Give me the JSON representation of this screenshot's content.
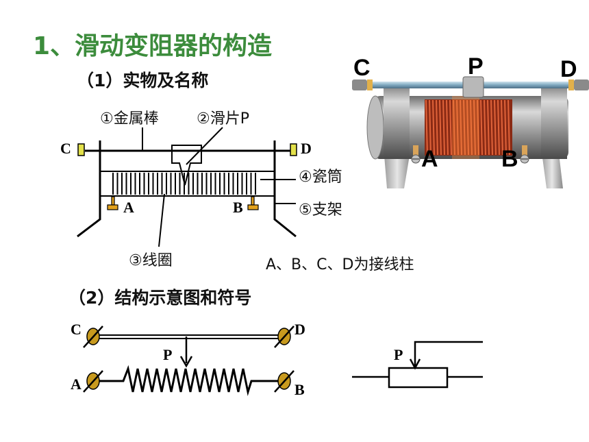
{
  "title": "1、滑动变阻器的构造",
  "section1": "（1）实物及名称",
  "section2": "（2）结构示意图和符号",
  "parts": {
    "rod": "①金属棒",
    "slider": "②滑片P",
    "coil": "③线圈",
    "tube": "④瓷筒",
    "stand": "⑤支架"
  },
  "terminals_note": "A、B、C、D为接线柱",
  "diagram1_labels": {
    "c": "C",
    "d": "D",
    "a": "A",
    "b": "B"
  },
  "photo_labels": {
    "c": "C",
    "p": "P",
    "d": "D",
    "a": "A",
    "b": "B"
  },
  "schematic_labels": {
    "c": "C",
    "d": "D",
    "p": "P",
    "a": "A",
    "b": "B"
  },
  "symbol_label": "P",
  "colors": {
    "title": "#3c8c3c",
    "terminal": "#c8961e",
    "coil": "#b83a1e"
  }
}
